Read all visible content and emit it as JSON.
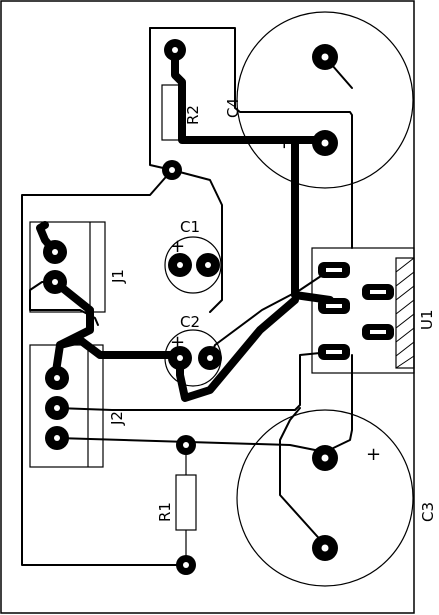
{
  "labels": {
    "r2": "R2",
    "c4": "C4",
    "c1": "C1",
    "c2": "C2",
    "j1": "J1",
    "j2": "J2",
    "u1": "U1",
    "r1": "R1",
    "c3": "C3"
  },
  "polarity": {
    "c1": "+",
    "c2": "+",
    "c3": "+",
    "c4": "+"
  }
}
